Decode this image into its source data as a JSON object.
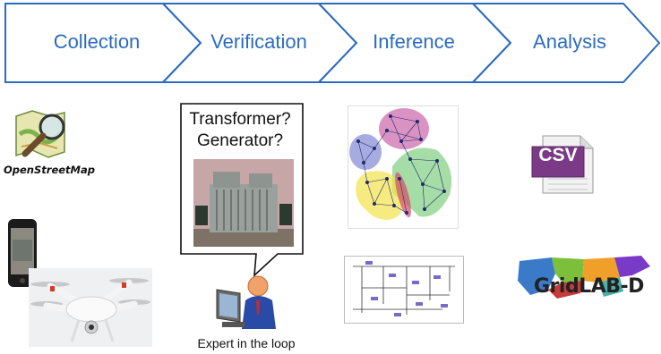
{
  "pipeline": {
    "stages": [
      {
        "label": "Collection"
      },
      {
        "label": "Verification"
      },
      {
        "label": "Inference"
      },
      {
        "label": "Analysis"
      }
    ],
    "colors": {
      "stroke": "#2c6bbf",
      "fill": "#ffffff",
      "text": "#2c6bbf"
    }
  },
  "collection": {
    "osm_label": "OpenStreetMap",
    "icons": [
      "openstreetmap-logo-icon",
      "smartphone-icon",
      "drone-icon"
    ]
  },
  "verification": {
    "question_line1": "Transformer?",
    "question_line2": "Generator?",
    "expert_label": "Expert in the loop",
    "icons": [
      "transformer-photo",
      "expert-at-computer-icon"
    ]
  },
  "inference": {
    "icons": [
      "network-clustering-graph",
      "grid-schematic-diagram"
    ]
  },
  "analysis": {
    "csv_label": "CSV",
    "gridlab_label": "GridLAB-D",
    "icons": [
      "csv-file-icon",
      "gridlab-d-map-logo"
    ]
  }
}
